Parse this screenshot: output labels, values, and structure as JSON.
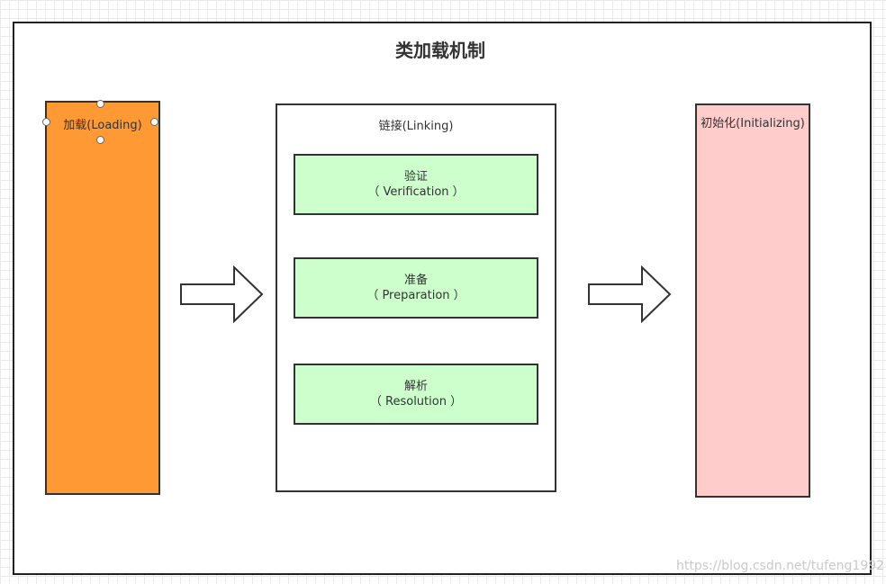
{
  "diagram": {
    "title": "类加载机制",
    "loading": {
      "label": "加载(Loading)"
    },
    "linking": {
      "label": "链接(Linking)",
      "steps": [
        {
          "name": "验证",
          "en": "（ Verification ）"
        },
        {
          "name": "准备",
          "en": "（ Preparation ）"
        },
        {
          "name": "解析",
          "en": "（ Resolution ）"
        }
      ]
    },
    "initializing": {
      "label": "初始化(Initializing)"
    }
  },
  "watermark": "https://blog.csdn.net/tufeng1992",
  "colors": {
    "loading_fill": "#ff9933",
    "step_fill": "#ccffcc",
    "init_fill": "#ffcccc",
    "border": "#333333"
  }
}
